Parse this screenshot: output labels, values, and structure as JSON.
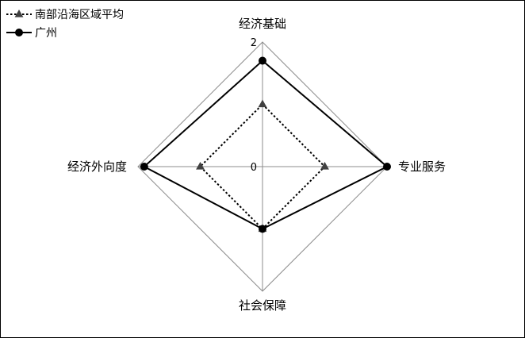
{
  "chart_data": {
    "type": "radar",
    "categories": [
      "经济基础",
      "专业服务",
      "社会保障",
      "经济外向度"
    ],
    "rlim": [
      0,
      2
    ],
    "tick_labels": [
      "0",
      "2"
    ],
    "grid": true,
    "legend_position": "top-left",
    "series": [
      {
        "name": "南部沿海区域平均",
        "values": [
          1.0,
          1.0,
          1.0,
          1.0
        ],
        "line_style": "dotted",
        "marker": "triangle",
        "color": "#000000",
        "marker_color": "#404040"
      },
      {
        "name": "广州",
        "values": [
          1.7,
          2.0,
          1.0,
          1.9
        ],
        "line_style": "solid",
        "marker": "circle",
        "color": "#000000",
        "marker_color": "#000000"
      }
    ]
  },
  "colors": {
    "grid": "#8c8c8c",
    "border": "#000000",
    "background": "#ffffff"
  }
}
